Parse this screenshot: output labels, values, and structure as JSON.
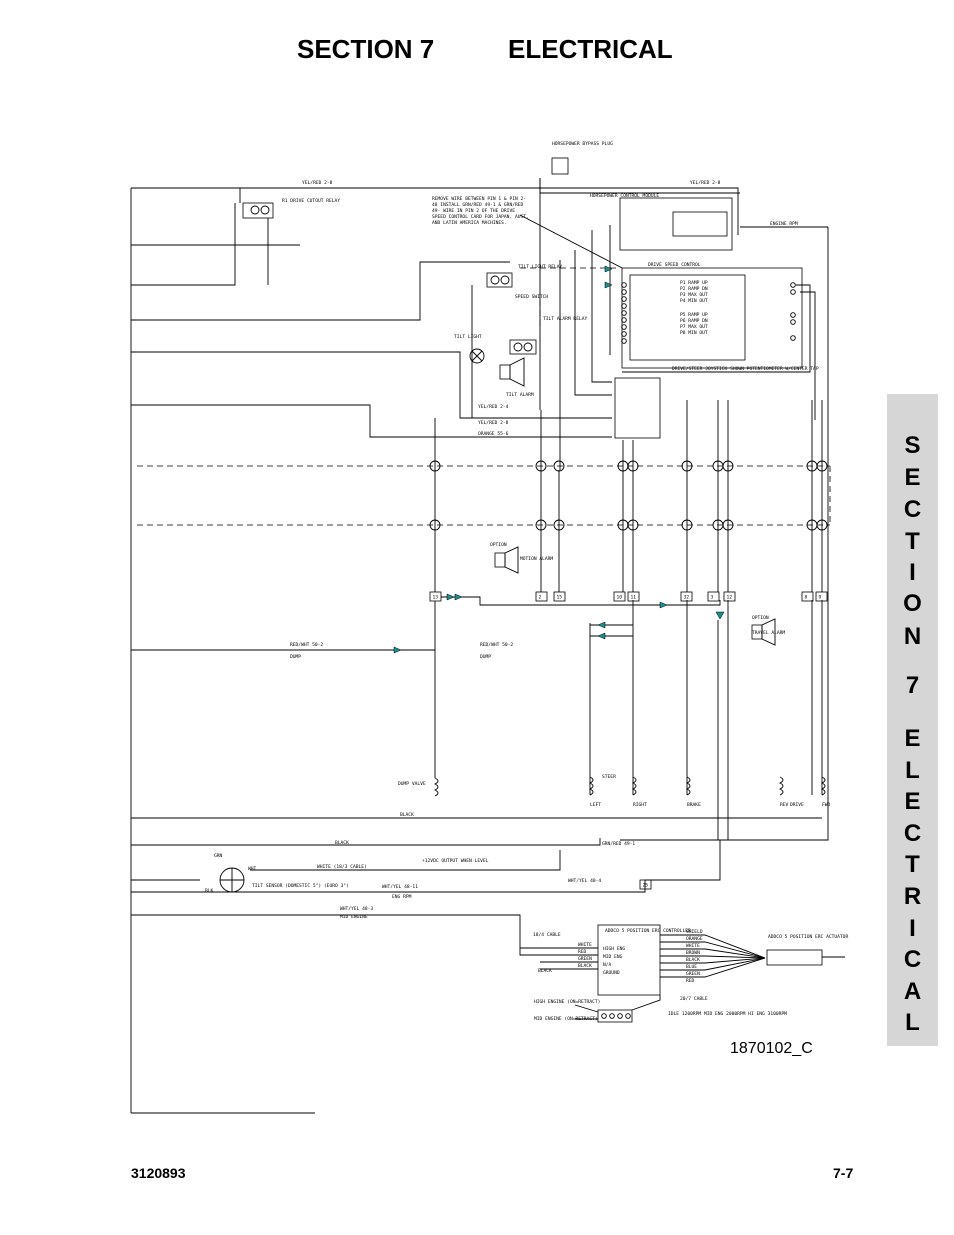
{
  "header": {
    "section": "SECTION 7",
    "title": "ELECTRICAL"
  },
  "side_tab": {
    "letters": [
      "S",
      "E",
      "C",
      "T",
      "I",
      "O",
      "N",
      "7",
      "E",
      "L",
      "E",
      "C",
      "T",
      "R",
      "I",
      "C",
      "A",
      "L"
    ]
  },
  "figure_ref": "1870102_C",
  "footer": {
    "doc_number": "3120893",
    "page_number": "7-7"
  },
  "labels": {
    "bypass_plug": "HORSEPOWER BYPASS PLUG",
    "yel_red_top": "YEL/RED 2-8",
    "yel_red_mid": "YEL/RED 2-8",
    "r1": "R1 DRIVE CUTOUT RELAY",
    "note": "REMOVE WIRE BETWEEN PIN 1 & PIN 2 - 48 INSTALL GRN/RED 49-1 & GRN/RED 49- WIRE IN PIN 2 OF THE DRIVE SPEED CONTROL CARD FOR JAPAN, AUST. AND LATIN AMERICA MACHINES.",
    "hp_module": "HORSEPOWER CONTROL MODULE",
    "drive_speed": "DRIVE SPEED CONTROL",
    "engine_rpm": "ENGINE RPM",
    "tilt_light_relay": "TILT LIGHT RELAY",
    "speed_switch": "SPEED SWITCH",
    "tilt_alarm_relay": "TILT ALARM RELAY",
    "tilt_light": "TILT LIGHT",
    "tilt_alarm": "TILT ALARM",
    "joystick": "DRIVE/STEER JOYSTICK SHOWN POTENTIOMETER W/CENTER TAP",
    "orange_bottom": "ORANGE 55-6",
    "yel_red_24": "YEL/RED 2-4",
    "motion_alarm": "MOTION ALARM",
    "travel_alarm": "TRAVEL ALARM",
    "option": "OPTION",
    "red_wht": "RED/WHT 50-2",
    "dump": "DUMP",
    "dump_valve": "DUMP VALVE",
    "black": "BLACK",
    "steer": "STEER",
    "left": "LEFT",
    "right": "RIGHT",
    "brake": "BRAKE",
    "drive": "DRIVE",
    "rev": "REV",
    "fwd": "FWD",
    "white_cable": "WHITE (18/3 CABLE)",
    "output_note": "+12VDC OUTPUT WHEN LEVEL",
    "tilt_sensor": "TILT SENSOR (DOMESTIC 5°) (EURO 3°)",
    "wht_yel_4811": "WHT/YEL 48-11",
    "eng_rpm": "ENG RPM",
    "wht_yel_483": "WHT/YEL 48-3",
    "mid_engine": "MID ENGINE",
    "wht_yel_484": "WHT/YEL 48-4",
    "grn_red": "GRN/RED 49-1",
    "addco_ctrl": "ADDCO 5 POSITION ERC CONTROLLER",
    "addco_act": "ADDCO 5 POSITION ERC ACTUATOR",
    "high_eng": "HIGH ENGINE (ON=RETRACT)",
    "mid_eng": "MID ENGINE (ON=RETRACT)",
    "cable_184": "18/4 CABLE",
    "cable_207": "20/7 CABLE",
    "rpm": "IDLE 1200RPM  MID ENG 2000RPM  HI ENG 3100RPM",
    "grn": "GRN",
    "wht": "WHT",
    "blk": "BLK"
  },
  "connectors": [
    {
      "label": "13"
    },
    {
      "label": "2"
    },
    {
      "label": "15"
    },
    {
      "label": "10"
    },
    {
      "label": "11"
    },
    {
      "label": "32"
    },
    {
      "label": "3"
    },
    {
      "label": "12"
    },
    {
      "label": "8"
    },
    {
      "label": "9"
    },
    {
      "label": "25"
    }
  ]
}
